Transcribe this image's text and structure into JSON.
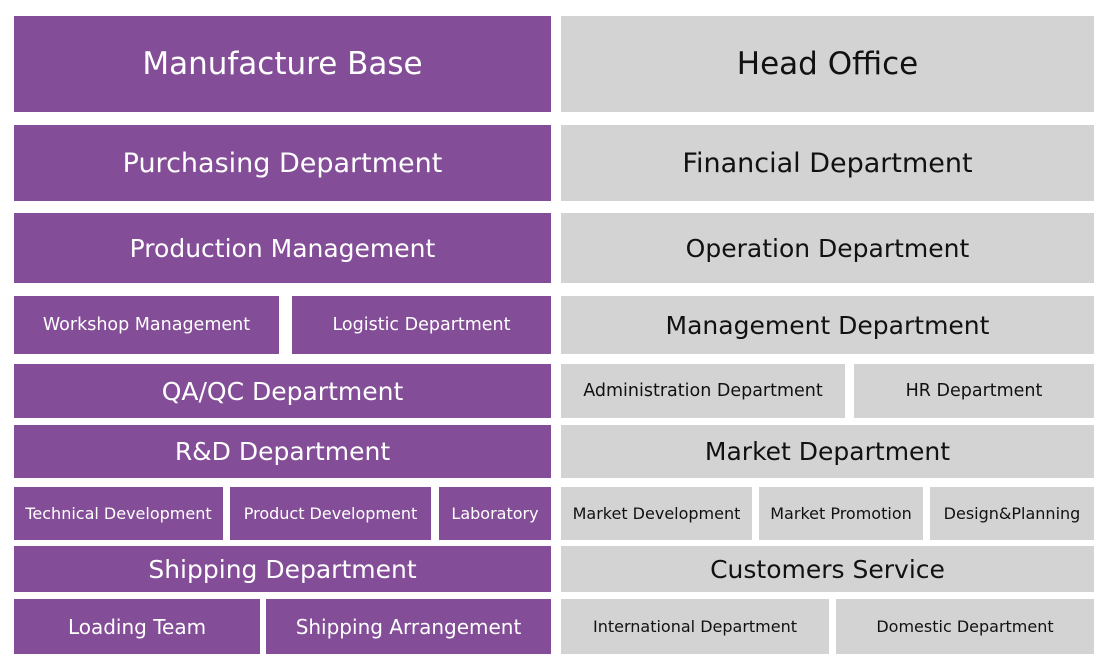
{
  "colors": {
    "manufacture_fill": "#834d97",
    "office_fill": "#d3d3d3"
  },
  "left": {
    "base": "Manufacture Base",
    "purchasing": "Purchasing Department",
    "production": "Production Management",
    "production_sub": [
      "Workshop Management",
      "Logistic Department"
    ],
    "qaqc": "QA/QC Department",
    "rnd": "R&D Department",
    "rnd_sub": [
      "Technical Development",
      "Product Development",
      "Laboratory"
    ],
    "shipping": "Shipping Department",
    "shipping_sub": [
      "Loading Team",
      "Shipping Arrangement"
    ]
  },
  "right": {
    "head": "Head Office",
    "financial": "Financial Department",
    "operation": "Operation Department",
    "management": "Management Department",
    "management_sub": [
      "Administration Department",
      "HR Department"
    ],
    "market": "Market Department",
    "market_sub": [
      "Market Development",
      "Market Promotion",
      "Design&Planning"
    ],
    "customers": "Customers Service",
    "customers_sub": [
      "International Department",
      "Domestic Department"
    ]
  }
}
